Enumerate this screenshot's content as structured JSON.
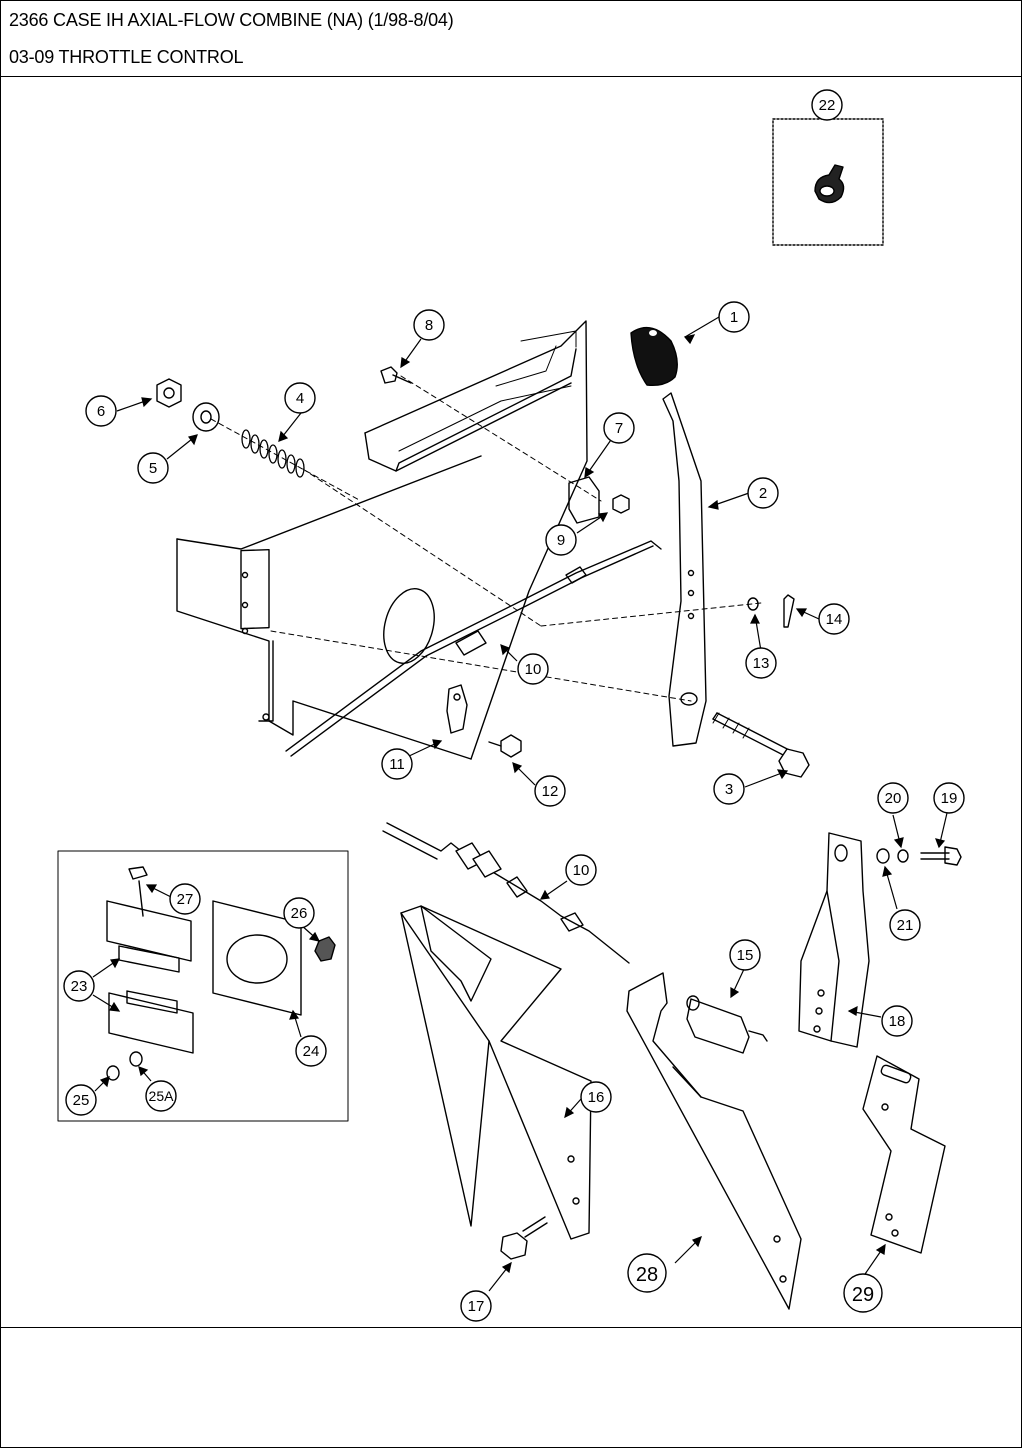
{
  "header": {
    "model_line": "2366 CASE IH AXIAL-FLOW COMBINE (NA) (1/98-8/04)",
    "section_line": "03-09 THROTTLE CONTROL"
  },
  "callouts": [
    "1",
    "2",
    "3",
    "4",
    "5",
    "6",
    "7",
    "8",
    "9",
    "10",
    "10",
    "11",
    "12",
    "13",
    "14",
    "15",
    "16",
    "17",
    "18",
    "19",
    "20",
    "21",
    "22",
    "23",
    "24",
    "25",
    "25A",
    "26",
    "27",
    "28",
    "29"
  ]
}
